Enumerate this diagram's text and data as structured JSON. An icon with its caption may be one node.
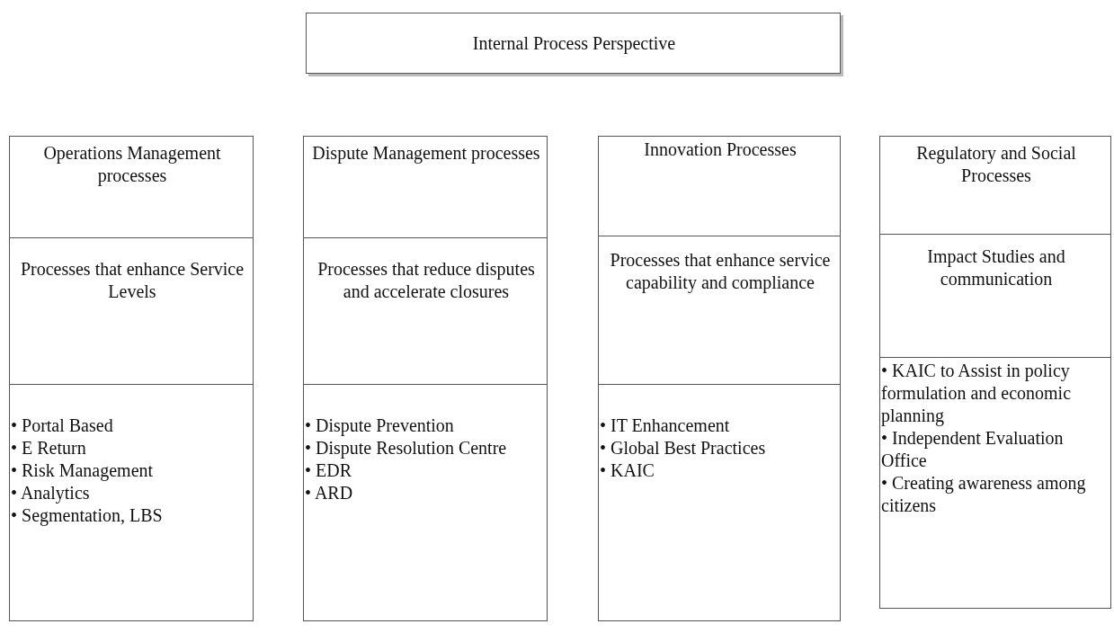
{
  "diagram": {
    "nodes": [
      {
        "text": [
          "Internal Process Perspective"
        ]
      },
      {
        "text": [
          "Operations Management processes"
        ]
      },
      {
        "text": [
          "Processes that enhance Service Levels"
        ]
      },
      {
        "text": [
          "• Portal Based",
          "• E Return",
          "• Risk Management",
          "• Analytics",
          "• Segmentation, LBS"
        ]
      },
      {
        "text": [
          "Dispute Management processes"
        ]
      },
      {
        "text": [
          "Processes that reduce disputes and accelerate closures"
        ]
      },
      {
        "text": [
          "• Dispute Prevention",
          "• Dispute Resolution Centre",
          "• EDR",
          "• ARD"
        ]
      },
      {
        "text": [
          "Innovation Processes"
        ]
      },
      {
        "text": [
          "Processes that enhance service capability and compliance"
        ]
      },
      {
        "text": [
          "• IT Enhancement",
          "• Global Best Practices",
          "• KAIC"
        ]
      },
      {
        "text": [
          "Regulatory and Social Processes"
        ]
      },
      {
        "text": [
          "Impact Studies and communication"
        ]
      },
      {
        "text": [
          "• KAIC to Assist in policy formulation and economic planning",
          "• Independent Evaluation Office",
          "• Creating awareness among citizens"
        ]
      }
    ],
    "edges": []
  }
}
